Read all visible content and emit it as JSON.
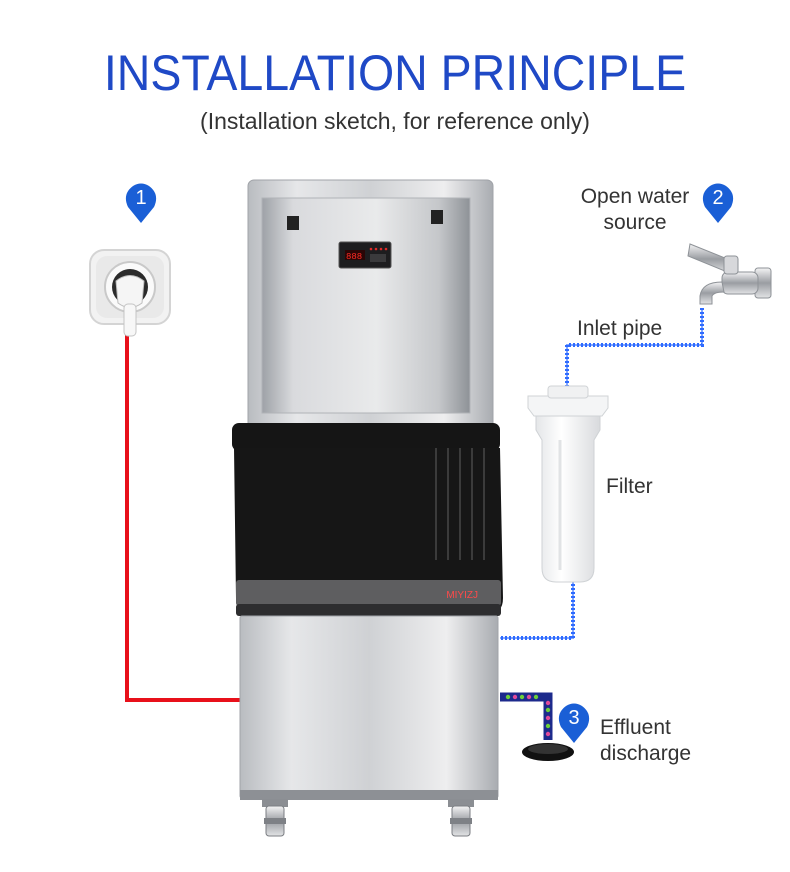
{
  "header": {
    "title": "INSTALLATION PRINCIPLE",
    "subtitle": "(Installation sketch, for reference only)"
  },
  "markers": [
    {
      "number": "1"
    },
    {
      "number": "2",
      "label_line1": "Open water",
      "label_line2": "source"
    },
    {
      "number": "3",
      "label_line1": "Effluent",
      "label_line2": "discharge"
    }
  ],
  "labels": {
    "inlet_pipe": "Inlet pipe",
    "filter": "Filter"
  },
  "machine": {
    "brand": "MIYIZJ",
    "display": "888"
  },
  "colors": {
    "title_blue": "#1f49c6",
    "marker_blue": "#1a5fd6",
    "power_line": "#e8101a",
    "water_line": "#2f6bff",
    "drain_line": "#1c2a8c"
  }
}
